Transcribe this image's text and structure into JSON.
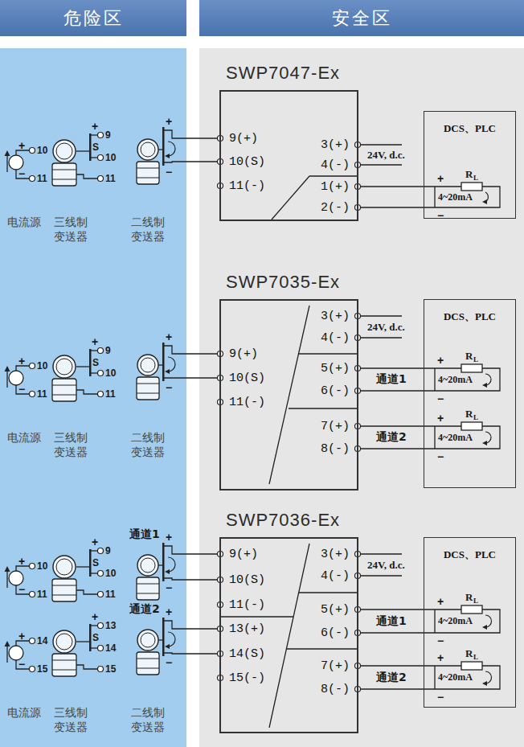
{
  "diagram": {
    "nodes": [
      {
        "text": [
          "危险区"
        ]
      },
      {
        "text": [
          "安全区"
        ]
      },
      {
        "text": [
          "SWP7047-Ex"
        ]
      },
      {
        "text": [
          "DCS、PLC"
        ]
      },
      {
        "text": [
          "SWP7035-Ex"
        ]
      },
      {
        "text": [
          "DCS、PLC"
        ]
      },
      {
        "text": [
          "SWP7036-Ex"
        ]
      },
      {
        "text": [
          "DCS、PLC"
        ]
      }
    ],
    "edges": [
      {
        "from": 2,
        "to": 3,
        "arrow": "none"
      },
      {
        "from": 2,
        "to": 3,
        "arrow": "none"
      },
      {
        "from": 4,
        "to": 5,
        "arrow": "none"
      },
      {
        "from": 4,
        "to": 5,
        "arrow": "none"
      },
      {
        "from": 4,
        "to": 5,
        "arrow": "none"
      },
      {
        "from": 4,
        "to": 5,
        "arrow": "none"
      },
      {
        "from": 6,
        "to": 7,
        "arrow": "none"
      },
      {
        "from": 6,
        "to": 7,
        "arrow": "none"
      },
      {
        "from": 6,
        "to": 7,
        "arrow": "none"
      },
      {
        "from": 6,
        "to": 7,
        "arrow": "none"
      }
    ],
    "labels": [
      "+",
      "10",
      "−",
      "11",
      "+",
      "9",
      "S",
      "10",
      "11",
      "+",
      "−",
      "电流源",
      "三线制 变送器",
      "二线制 变送器",
      "9(+)",
      "10(S)",
      "11(-)",
      "3(+)",
      "4(-)",
      "24V, d.c.",
      "1(+)",
      "2(-)",
      "+",
      "R",
      "L",
      "4~20mA",
      "−",
      "+",
      "10",
      "−",
      "11",
      "+",
      "9",
      "S",
      "10",
      "11",
      "+",
      "−",
      "电流源",
      "三线制 变送器",
      "二线制 变送器",
      "9(+)",
      "10(S)",
      "11(-)",
      "3(+)",
      "4(-)",
      "24V, d.c.",
      "5(+)",
      "6(-)",
      "通道1",
      "7(+)",
      "8(-)",
      "通道2",
      "+",
      "R",
      "L",
      "4~20mA",
      "−",
      "+",
      "R",
      "L",
      "4~20mA",
      "−",
      "通道1",
      "+",
      "10",
      "−",
      "11",
      "+",
      "9",
      "S",
      "10",
      "11",
      "+",
      "−",
      "通道2",
      "+",
      "14",
      "−",
      "15",
      "+",
      "13",
      "S",
      "14",
      "15",
      "+",
      "−",
      "电流源",
      "三线制 变送器",
      "二线制 变送器",
      "9(+)",
      "10(S)",
      "11(-)",
      "13(+)",
      "14(S)",
      "15(-)",
      "3(+)",
      "4(-)",
      "24V, d.c.",
      "5(+)",
      "6(-)",
      "通道1",
      "7(+)",
      "8(-)",
      "通道2",
      "+",
      "R",
      "L",
      "4~20mA",
      "−",
      "+",
      "R",
      "L",
      "4~20mA",
      "−"
    ]
  }
}
